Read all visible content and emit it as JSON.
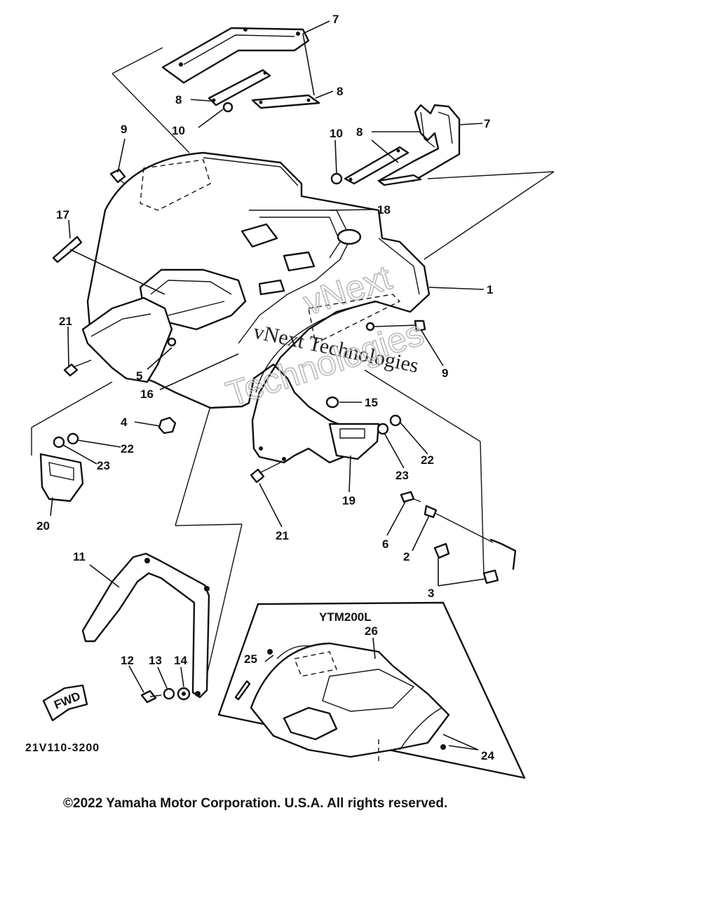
{
  "figure": {
    "variant_label": "YTM200L",
    "drawing_code": "21V110-3200",
    "fwd_label": "FWD",
    "copyright": "©2022 Yamaha Motor Corporation. U.S.A. All rights reserved.",
    "watermark_line1": "vNext Technologies",
    "watermark_line2a": "vNext",
    "watermark_line2b": "Technologies"
  },
  "callouts": [
    {
      "id": "c7a",
      "label": "7"
    },
    {
      "id": "c8a",
      "label": "8"
    },
    {
      "id": "c8b",
      "label": "8"
    },
    {
      "id": "c10a",
      "label": "10"
    },
    {
      "id": "c9a",
      "label": "9"
    },
    {
      "id": "c10b",
      "label": "10"
    },
    {
      "id": "c8c",
      "label": "8"
    },
    {
      "id": "c7b",
      "label": "7"
    },
    {
      "id": "c17",
      "label": "17"
    },
    {
      "id": "c18",
      "label": "18"
    },
    {
      "id": "c1",
      "label": "1"
    },
    {
      "id": "c21a",
      "label": "21"
    },
    {
      "id": "c5",
      "label": "5"
    },
    {
      "id": "c16",
      "label": "16"
    },
    {
      "id": "c9b",
      "label": "9"
    },
    {
      "id": "c15",
      "label": "15"
    },
    {
      "id": "c4",
      "label": "4"
    },
    {
      "id": "c22a",
      "label": "22"
    },
    {
      "id": "c23a",
      "label": "23"
    },
    {
      "id": "c20",
      "label": "20"
    },
    {
      "id": "c22b",
      "label": "22"
    },
    {
      "id": "c23b",
      "label": "23"
    },
    {
      "id": "c19",
      "label": "19"
    },
    {
      "id": "c21b",
      "label": "21"
    },
    {
      "id": "c6",
      "label": "6"
    },
    {
      "id": "c2",
      "label": "2"
    },
    {
      "id": "c3",
      "label": "3"
    },
    {
      "id": "c11",
      "label": "11"
    },
    {
      "id": "c12",
      "label": "12"
    },
    {
      "id": "c13",
      "label": "13"
    },
    {
      "id": "c14",
      "label": "14"
    },
    {
      "id": "c26",
      "label": "26"
    },
    {
      "id": "c25",
      "label": "25"
    },
    {
      "id": "c24",
      "label": "24"
    }
  ]
}
